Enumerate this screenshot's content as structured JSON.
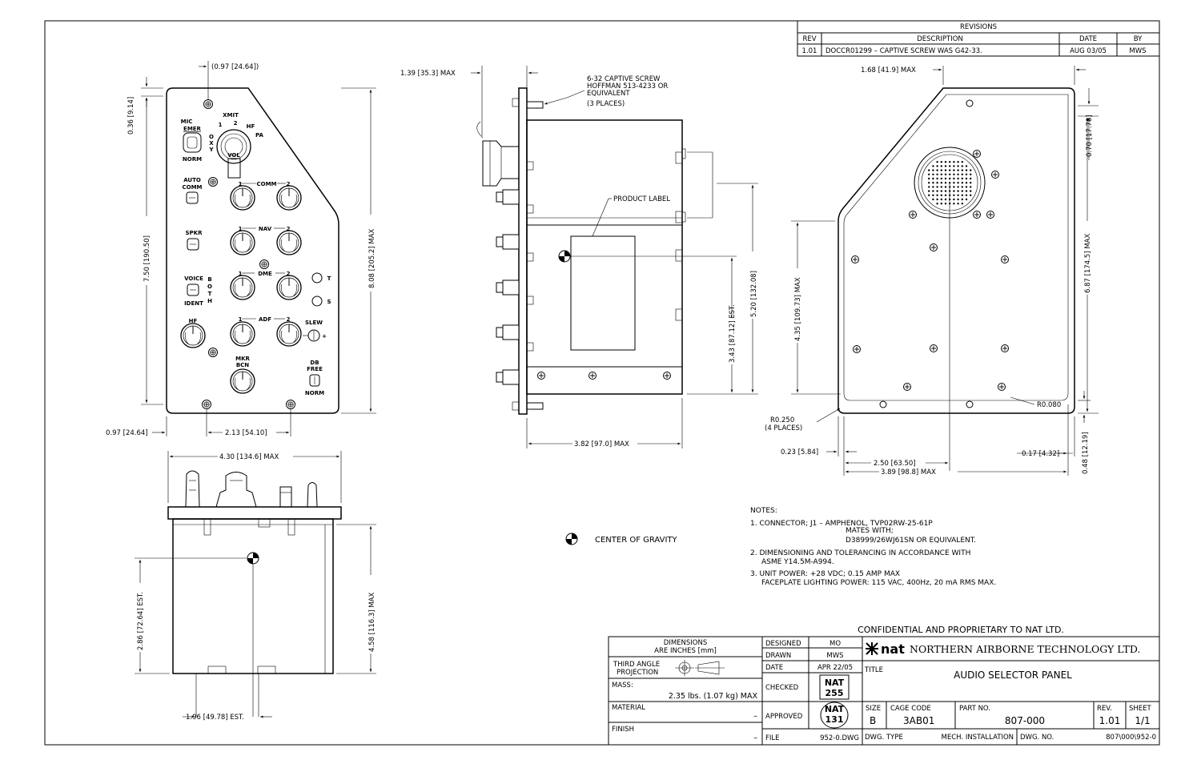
{
  "revisions": {
    "title": "REVISIONS",
    "headers": [
      "REV",
      "DESCRIPTION",
      "DATE",
      "BY"
    ],
    "rows": [
      [
        "1.01",
        "DOCCR01299 – CAPTIVE SCREW WAS G42-33.",
        "AUG 03/05",
        "MWS"
      ]
    ]
  },
  "front_view": {
    "dims": {
      "top_offset": "(0.97 [24.64])",
      "corner_v": "0.36 [9.14]",
      "inner_height": "7.50 [190.50]",
      "overall_height": "8.08 [205.2] MAX",
      "left_offset": "0.97 [24.64]",
      "hole_spacing": "2.13 [54.10]"
    },
    "labels": {
      "mic": "MIC",
      "emer": "EMER",
      "norm1": "NORM",
      "xmit": "XMIT",
      "x1": "1",
      "x2": "2",
      "hf_top": "HF",
      "pa": "PA",
      "o": "O",
      "x": "X",
      "y": "Y",
      "vol": "VOL",
      "auto": "AUTO",
      "comm_sw": "COMM",
      "comm_dash": "COMM",
      "nav": "NAV",
      "dme": "DME",
      "adf": "ADF",
      "one": "1",
      "two": "2",
      "spkr": "SPKR",
      "voice": "VOICE",
      "ident": "IDENT",
      "b": "B",
      "o2": "O",
      "t": "T",
      "h": "H",
      "t_led": "T",
      "s_led": "S",
      "hf": "HF",
      "slew": "SLEW",
      "plus": "+",
      "mkr": "MKR",
      "bcn": "BCN",
      "db": "DB",
      "free": "FREE",
      "norm2": "NORM"
    }
  },
  "side_view": {
    "screw_note": [
      "6-32 CAPTIVE SCREW",
      "HOFFMAN 513-4233 OR",
      "EQUIVALENT",
      "(3 PLACES)"
    ],
    "product_label": "PRODUCT LABEL",
    "dims": {
      "top_max": "1.39 [35.3] MAX",
      "depth": "3.82 [97.0] MAX",
      "cg_height": "3.43 [87.12] EST.",
      "height": "5.20 [132.08]"
    }
  },
  "rear_view": {
    "dims": {
      "top": "1.68 [41.9] MAX",
      "corner": "0.70 [17.78]",
      "height_max": "6.87 [174.5] MAX",
      "left_height": "4.35 [109.73] MAX",
      "r_small": "R0.080",
      "r_large": "R0.250",
      "r_large_note": "(4 PLACES)",
      "bottom_left": "0.23 [5.84]",
      "connector_x": "2.50 [63.50]",
      "width": "3.89 [98.8] MAX",
      "right_offset": "0.17 [4.32]",
      "bottom_offset": "0.48 [12.19]"
    }
  },
  "top_view": {
    "dims": {
      "width": "4.30 [134.6] MAX",
      "cg": "2.86 [72.64] EST.",
      "height": "4.58 [116.3] MAX",
      "connector": "1.96 [49.78] EST."
    }
  },
  "cg_legend": "CENTER OF GRAVITY",
  "notes": {
    "title": "NOTES:",
    "lines": [
      "1. CONNECTOR; J1 – AMPHENOL, TVP02RW-25-61P",
      "MATES WITH;",
      "D38999/26WJ61SN OR EQUIVALENT.",
      "2. DIMENSIONING AND TOLERANCING IN ACCORDANCE WITH",
      "ASME Y14.5M-A994.",
      "3. UNIT POWER: +28 VDC; 0.15 AMP MAX",
      "FACEPLATE LIGHTING POWER: 115 VAC, 400Hz, 20 mA RMS MAX."
    ]
  },
  "title_block": {
    "confidential": "CONFIDENTIAL AND PROPRIETARY TO NAT LTD.",
    "dimensions_line1": "DIMENSIONS",
    "dimensions_line2": "ARE INCHES [mm]",
    "projection_line1": "THIRD ANGLE",
    "projection_line2": "PROJECTION",
    "mass_label": "MASS:",
    "mass_value": "2.35 lbs. (1.07 kg) MAX",
    "material_label": "MATERIAL",
    "material_value": "–",
    "finish_label": "FINISH",
    "finish_value": "–",
    "designed_label": "DESIGNED",
    "designed_value": "MO",
    "drawn_label": "DRAWN",
    "drawn_value": "MWS",
    "date_label": "DATE",
    "date_value": "APR 22/05",
    "checked_label": "CHECKED",
    "checked_stamp_1": "NAT",
    "checked_stamp_2": "255",
    "approved_label": "APPROVED",
    "approved_stamp_1": "NAT",
    "approved_stamp_2": "131",
    "file_label": "FILE",
    "file_value": "952-0.DWG",
    "company_logo": "nat",
    "company_name": "NORTHERN AIRBORNE TECHNOLOGY LTD.",
    "title_label": "TITLE",
    "title_value": "AUDIO SELECTOR PANEL",
    "size_label": "SIZE",
    "size_value": "B",
    "cage_label": "CAGE CODE",
    "cage_value": "3AB01",
    "part_label": "PART NO.",
    "part_value": "807-000",
    "rev_label": "REV.",
    "rev_value": "1.01",
    "sheet_label": "SHEET",
    "sheet_value": "1/1",
    "dwg_type_label": "DWG. TYPE",
    "dwg_type_value": "MECH. INSTALLATION",
    "dwg_no_label": "DWG. NO.",
    "dwg_no_value": "807\\000\\952-0"
  }
}
